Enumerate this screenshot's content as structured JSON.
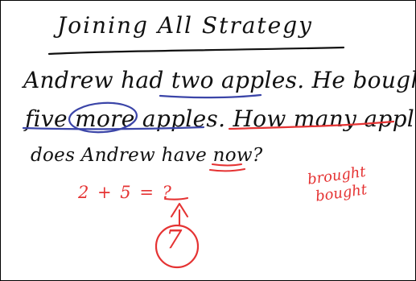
{
  "lesson": {
    "title": "Joining All Strategy",
    "problem_lines": [
      "Andrew had two apples. He bought",
      "five more apples. How many apples",
      "does Andrew have now?"
    ],
    "equation": "2 + 5 = ?",
    "answer": "7",
    "notes": [
      "brought",
      "bought"
    ]
  },
  "colors": {
    "ink_black": "#111111",
    "ink_blue": "#3b45a8",
    "ink_red": "#e53333"
  }
}
